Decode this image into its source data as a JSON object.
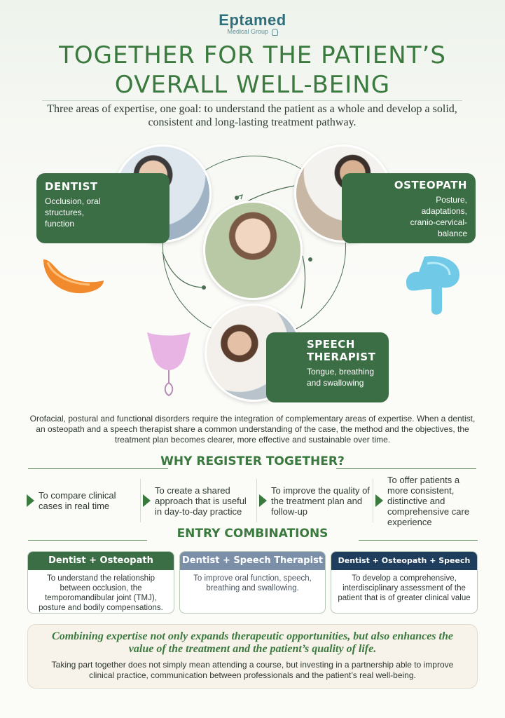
{
  "header": {
    "brand_name": "Eptamed",
    "brand_sub": "Medical Group",
    "title_line1": "TOGETHER FOR THE PATIENT’S",
    "title_line2": "OVERALL WELL-BEING",
    "subtitle": "Three areas of expertise, one goal: to understand the patient as a whole and develop a solid, consistent and long-lasting treatment pathway."
  },
  "roles": {
    "dentist": {
      "title": "DENTIST",
      "desc": "Occlusion, oral structures, function"
    },
    "osteopath": {
      "title": "OSTEOPATH",
      "desc": "Posture, adaptations, cranio-cervical-balance"
    },
    "speech": {
      "title_line1": "SPEECH",
      "title_line2": "THERAPIST",
      "desc": "Tongue, breathing and swallowing"
    }
  },
  "intro_paragraph": "Orofacial, postural and functional disorders require the integration of complementary areas of expertise. When a dentist, an osteopath and a speech therapist share a common understanding of the case, the method and the objectives, the treatment plan becomes clearer, more effective and sustainable over time.",
  "why": {
    "heading": "WHY REGISTER TOGETHER?",
    "reasons": [
      "To compare clinical cases in real time",
      "To create a shared approach that is useful in day-to-day practice",
      "To improve the quality of the treatment plan and follow-up",
      "To offer patients a more consistent, distinctive and comprehensive care experience"
    ]
  },
  "combinations": {
    "heading": "ENTRY COMBINATIONS",
    "cards": [
      {
        "title": "Dentist + Osteopath",
        "body": "To understand the relationship between occlusion, the temporomandibular joint (TMJ), posture and bodily compensations.",
        "color": "#3c6e45"
      },
      {
        "title": "Dentist + Speech Therapist",
        "body": "To improve oral function, speech, breathing and swallowing.",
        "color": "#7b8fa8"
      },
      {
        "title": "Dentist + Osteopath + Speech Therapist",
        "body": "To develop a comprehensive, interdisciplinary assessment of the patient that is of greater clinical value",
        "color": "#1f3d5c"
      }
    ]
  },
  "closing": {
    "quote": "Combining expertise not only expands therapeutic opportunities, but also enhances the value of the treatment and the patient’s quality of life.",
    "text": "Taking part together does not simply mean attending a course, but investing in a partnership able to improve clinical practice, communication between professionals and the patient’s real well-being."
  }
}
